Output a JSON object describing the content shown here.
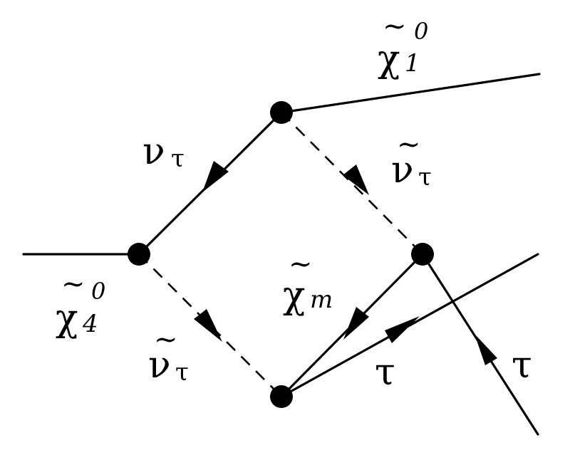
{
  "labels": {
    "chi1": {
      "symbol": "χ",
      "tilde": "~",
      "sub": "1",
      "sup": "0"
    },
    "chi4": {
      "symbol": "χ",
      "tilde": "~",
      "sub": "4",
      "sup": "0"
    },
    "chim": {
      "symbol": "χ",
      "tilde": "~",
      "sub": "m"
    },
    "nu_top_left": {
      "symbol": "ν",
      "sub": "τ"
    },
    "snu_top_right": {
      "symbol": "ν",
      "tilde": "~",
      "sub": "τ"
    },
    "snu_bottom_left": {
      "symbol": "ν",
      "tilde": "~",
      "sub": "τ"
    },
    "tau_center": {
      "symbol": "τ"
    },
    "tau_right": {
      "symbol": "τ"
    }
  }
}
